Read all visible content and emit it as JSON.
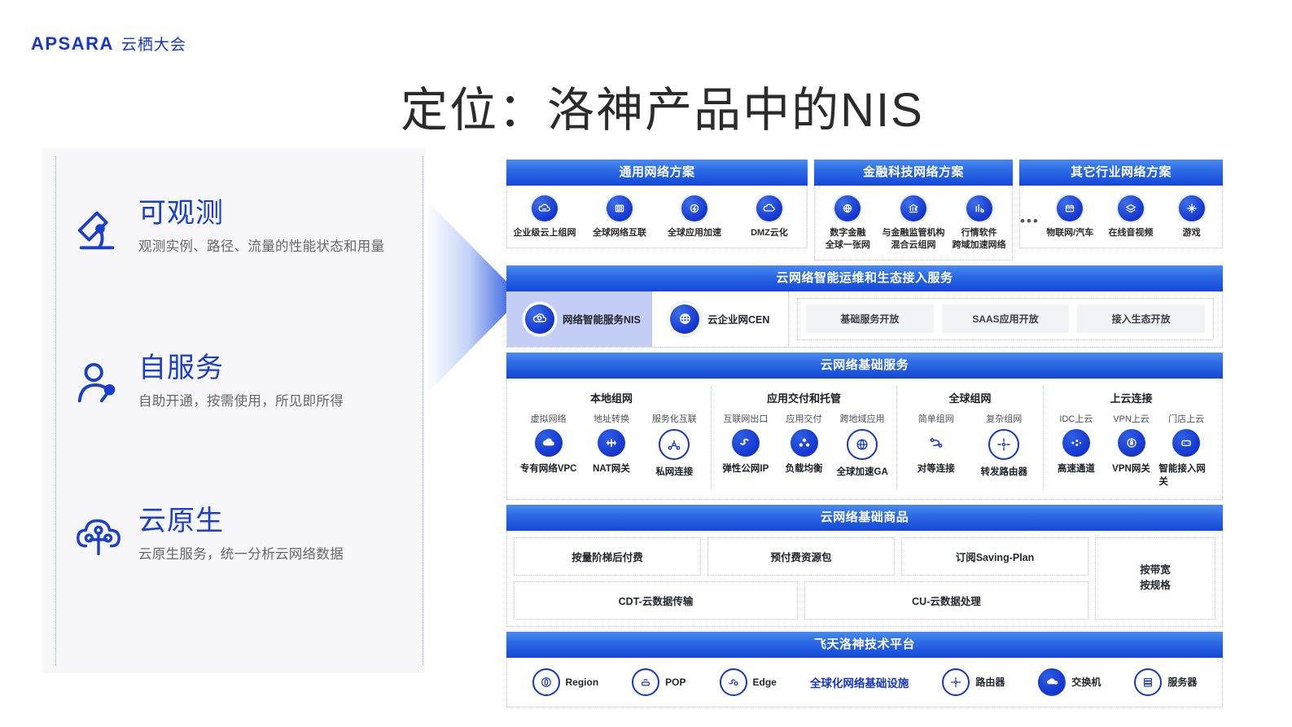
{
  "brand": {
    "mark": "APSARA",
    "cn": "云栖大会"
  },
  "page_title": "定位：洛神产品中的NIS",
  "pillars": [
    {
      "icon": "microscope-icon",
      "title": "可观测",
      "desc": "观测实例、路径、流量的性能状态和用量"
    },
    {
      "icon": "self-service-user-icon",
      "title": "自服务",
      "desc": "自助开通，按需使用，所见即所得"
    },
    {
      "icon": "cloud-native-icon",
      "title": "云原生",
      "desc": "云原生服务，统一分析云网络数据"
    }
  ],
  "solutions": [
    {
      "title": "通用网络方案",
      "items": [
        {
          "icon": "cloud-network-icon",
          "label": "企业级云上组网"
        },
        {
          "icon": "global-mesh-icon",
          "label": "全球网络互联"
        },
        {
          "icon": "cloud-accel-icon",
          "label": "全球应用加速"
        },
        {
          "icon": "cloud-dmz-icon",
          "label": "DMZ云化"
        }
      ]
    },
    {
      "title": "金融科技网络方案",
      "items": [
        {
          "icon": "finance-globe-icon",
          "label": "数字金融\n全球一张网"
        },
        {
          "icon": "bank-icon",
          "label": "与金融监管机构\n混合云组网"
        },
        {
          "icon": "market-chart-icon",
          "label": "行情软件\n跨域加速网络"
        }
      ],
      "ellipsis": "•••"
    },
    {
      "title": "其它行业网络方案",
      "items": [
        {
          "icon": "iot-car-icon",
          "label": "物联网/汽车"
        },
        {
          "icon": "video-icon",
          "label": "在线音视频"
        },
        {
          "icon": "game-icon",
          "label": "游戏"
        }
      ]
    }
  ],
  "nis_band": {
    "title": "云网络智能运维和生态接入服务",
    "highlight_color": "#c3cdf5",
    "cards": [
      {
        "icon": "nis-cloud-icon",
        "label": "网络智能服务NIS",
        "highlighted": true
      },
      {
        "icon": "cen-globe-icon",
        "label": "云企业网CEN",
        "highlighted": false
      }
    ],
    "open_chips": [
      "基础服务开放",
      "SAAS应用开放",
      "接入生态开放"
    ]
  },
  "base_services": {
    "title": "云网络基础服务",
    "groups": [
      {
        "name": "本地组网",
        "items": [
          {
            "top": "虚拟网络",
            "icon": "vpc-cloud-icon",
            "bottom": "专有网络VPC"
          },
          {
            "top": "地址转换",
            "icon": "nat-gateway-icon",
            "bottom": "NAT网关"
          },
          {
            "top": "服务化互联",
            "icon": "private-link-icon",
            "bottom": "私网连接"
          }
        ]
      },
      {
        "name": "应用交付和托管",
        "items": [
          {
            "top": "互联网出口",
            "icon": "eip-icon",
            "bottom": "弹性公网IP"
          },
          {
            "top": "应用交付",
            "icon": "load-balancer-icon",
            "bottom": "负载均衡"
          },
          {
            "top": "跨地域应用",
            "icon": "global-accel-icon",
            "bottom": "全球加速GA"
          }
        ]
      },
      {
        "name": "全球组网",
        "items": [
          {
            "top": "简单组网",
            "icon": "peering-icon",
            "bottom": "对等连接"
          },
          {
            "top": "复杂组网",
            "icon": "transit-router-icon",
            "bottom": "转发路由器"
          }
        ]
      },
      {
        "name": "上云连接",
        "items": [
          {
            "top": "IDC上云",
            "icon": "express-connect-icon",
            "bottom": "高速通道"
          },
          {
            "top": "VPN上云",
            "icon": "vpn-gateway-icon",
            "bottom": "VPN网关"
          },
          {
            "top": "门店上云",
            "icon": "smart-access-gw-icon",
            "bottom": "智能接入网关"
          }
        ]
      }
    ]
  },
  "commerce": {
    "title": "云网络基础商品",
    "row1": [
      "按量阶梯后付费",
      "预付费资源包",
      "订阅Saving-Plan"
    ],
    "row2": [
      "CDT-云数据传输",
      "CU-云数据处理"
    ],
    "side": "按带宽\n按规格"
  },
  "platform": {
    "title": "飞天洛神技术平台",
    "items": [
      {
        "icon": "region-icon",
        "label": "Region",
        "style": "outline"
      },
      {
        "icon": "pop-icon",
        "label": "POP",
        "style": "outline"
      },
      {
        "icon": "edge-icon",
        "label": "Edge",
        "style": "outline"
      },
      {
        "icon": "router-icon",
        "label": "路由器",
        "style": "outline"
      },
      {
        "icon": "switch-icon",
        "label": "交换机",
        "style": "filled"
      },
      {
        "icon": "server-icon",
        "label": "服务器",
        "style": "outline"
      }
    ],
    "center_label": "全球化网络基础设施"
  }
}
